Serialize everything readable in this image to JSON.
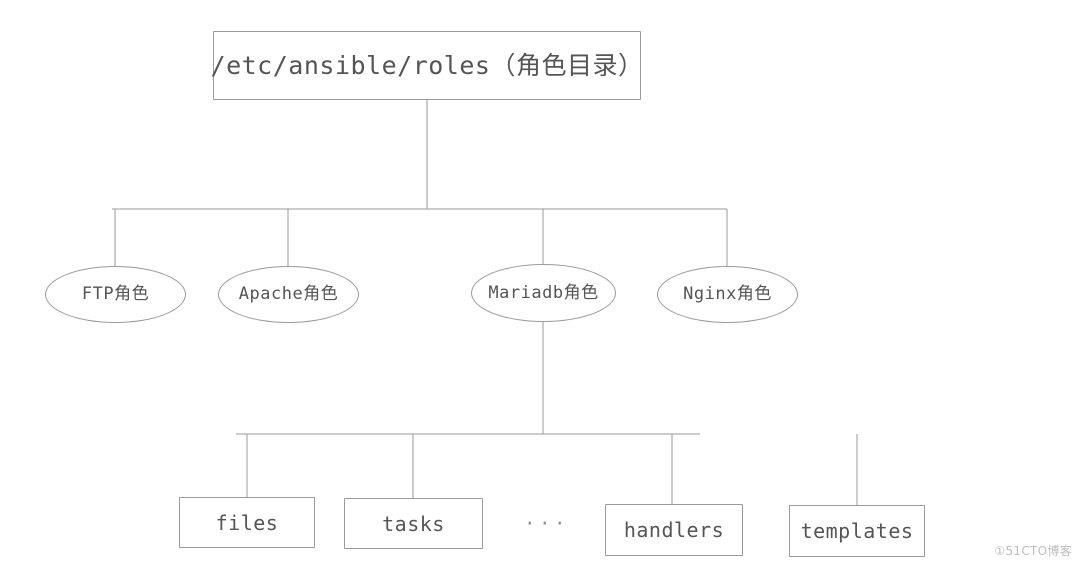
{
  "diagram": {
    "title": "Ansible roles directory structure tree",
    "background_color": "#ffffff",
    "line_color": "#9a9a9a",
    "text_color": "#555555",
    "root": {
      "label": "/etc/ansible/roles（角色目录）",
      "shape": "rectangle"
    },
    "roles": [
      {
        "label": "FTP角色",
        "shape": "ellipse"
      },
      {
        "label": "Apache角色",
        "shape": "ellipse"
      },
      {
        "label": "Mariadb角色",
        "shape": "ellipse"
      },
      {
        "label": "Nginx角色",
        "shape": "ellipse"
      }
    ],
    "role_children": [
      {
        "label": "files",
        "shape": "rectangle"
      },
      {
        "label": "tasks",
        "shape": "rectangle"
      },
      {
        "label": "· · ·",
        "shape": "ellipsis"
      },
      {
        "label": "handlers",
        "shape": "rectangle"
      },
      {
        "label": "templates",
        "shape": "rectangle"
      }
    ],
    "watermark": "①51CTO博客"
  }
}
